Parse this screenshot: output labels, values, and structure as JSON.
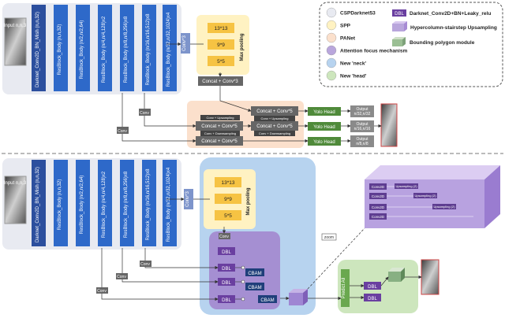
{
  "top": {
    "input_label": "Input\nn,n,3",
    "columns": [
      "Darknet_Conv2D_BN_Mish (n,n,32)",
      "ResBlock_Body (n,n,32)",
      "ResBlock_Body (n/2,n/2,64)",
      "ResBlock_Body (n/4,n/4,128)x2",
      "ResBlock_Body (n/8,n/8,256)x8",
      "ResBlock_Body (n/16,n/16,512)x8",
      "ResBlock_Body (n/32,n/32,1024)x4"
    ],
    "conv3": "Conv*3",
    "spp_boxes": [
      "13*13",
      "9*9",
      "5*5"
    ],
    "max_pooling": "Max pooling",
    "concat_conv3": "Concat + Conv*3",
    "conv_small": "Conv",
    "panet": {
      "row1": "Concat + Conv*5",
      "row2": "Concat + Conv*5",
      "row3": "Concat + Conv*5",
      "conv_upsampling_1": "Conv + Upsampling",
      "conv_upsampling_2": "Conv + Upsampling",
      "conv_downsampling_1": "Conv + Downsampling",
      "conv_downsampling_2": "Conv + Downsampling"
    },
    "heads": [
      "Yolo Head",
      "Yolo Head",
      "Yolo Head"
    ],
    "outputs": [
      "Output\nn/32,n/32",
      "Output\nn/16,n/16",
      "Output\nn/8,n/8"
    ]
  },
  "legend": {
    "items": [
      {
        "label": "CSPDarknet53",
        "color": "#e8eaf1"
      },
      {
        "label": "SPP",
        "color": "#fff2c2"
      },
      {
        "label": "PANet",
        "color": "#fbe0cc"
      },
      {
        "label": "Attention focus mechanism",
        "color": "#b9a6dc"
      },
      {
        "label": "New 'neck'",
        "color": "#b7d3ef"
      },
      {
        "label": "New 'head'",
        "color": "#cde6bd"
      }
    ],
    "dbl_badge": "DBL",
    "dbl_desc": "Darknet_Conv2D+BN+Leaky_relu",
    "hc_desc": "Hypercolumn-stairstep Upsampling",
    "bp_desc": "Bounding polygon module"
  },
  "bottom": {
    "input_label": "Input\nn,n,3",
    "columns": [
      "Darknet_Conv2D_BN_Mish (n,n,32)",
      "ResBlock_Body (n,n,32)",
      "ResBlock_Body (n/2,n/2,64)",
      "ResBlock_Body (n/4,n/4,128)x2",
      "ResBlock_Body (n/8,n/8,256)x8",
      "ResBlock_Body (n/16,n/16,512)x8",
      "ResBlock_Body (n/32,n/32,1024)x4"
    ],
    "conv3": "Conv*3",
    "spp_boxes": [
      "13*13",
      "9*9",
      "5*5"
    ],
    "max_pooling": "Max pooling",
    "conv_small": "Conv",
    "dbl": "DBL",
    "cbam": "CBAM",
    "zoom": "zoom",
    "hc_rows": [
      "Conv2D",
      "Conv2D",
      "Conv2D",
      "Conv2D"
    ],
    "upsampling": [
      "Upsampling (2)",
      "Upsampling (2)",
      "Upsampling (2)"
    ],
    "predict": "Predict All"
  }
}
